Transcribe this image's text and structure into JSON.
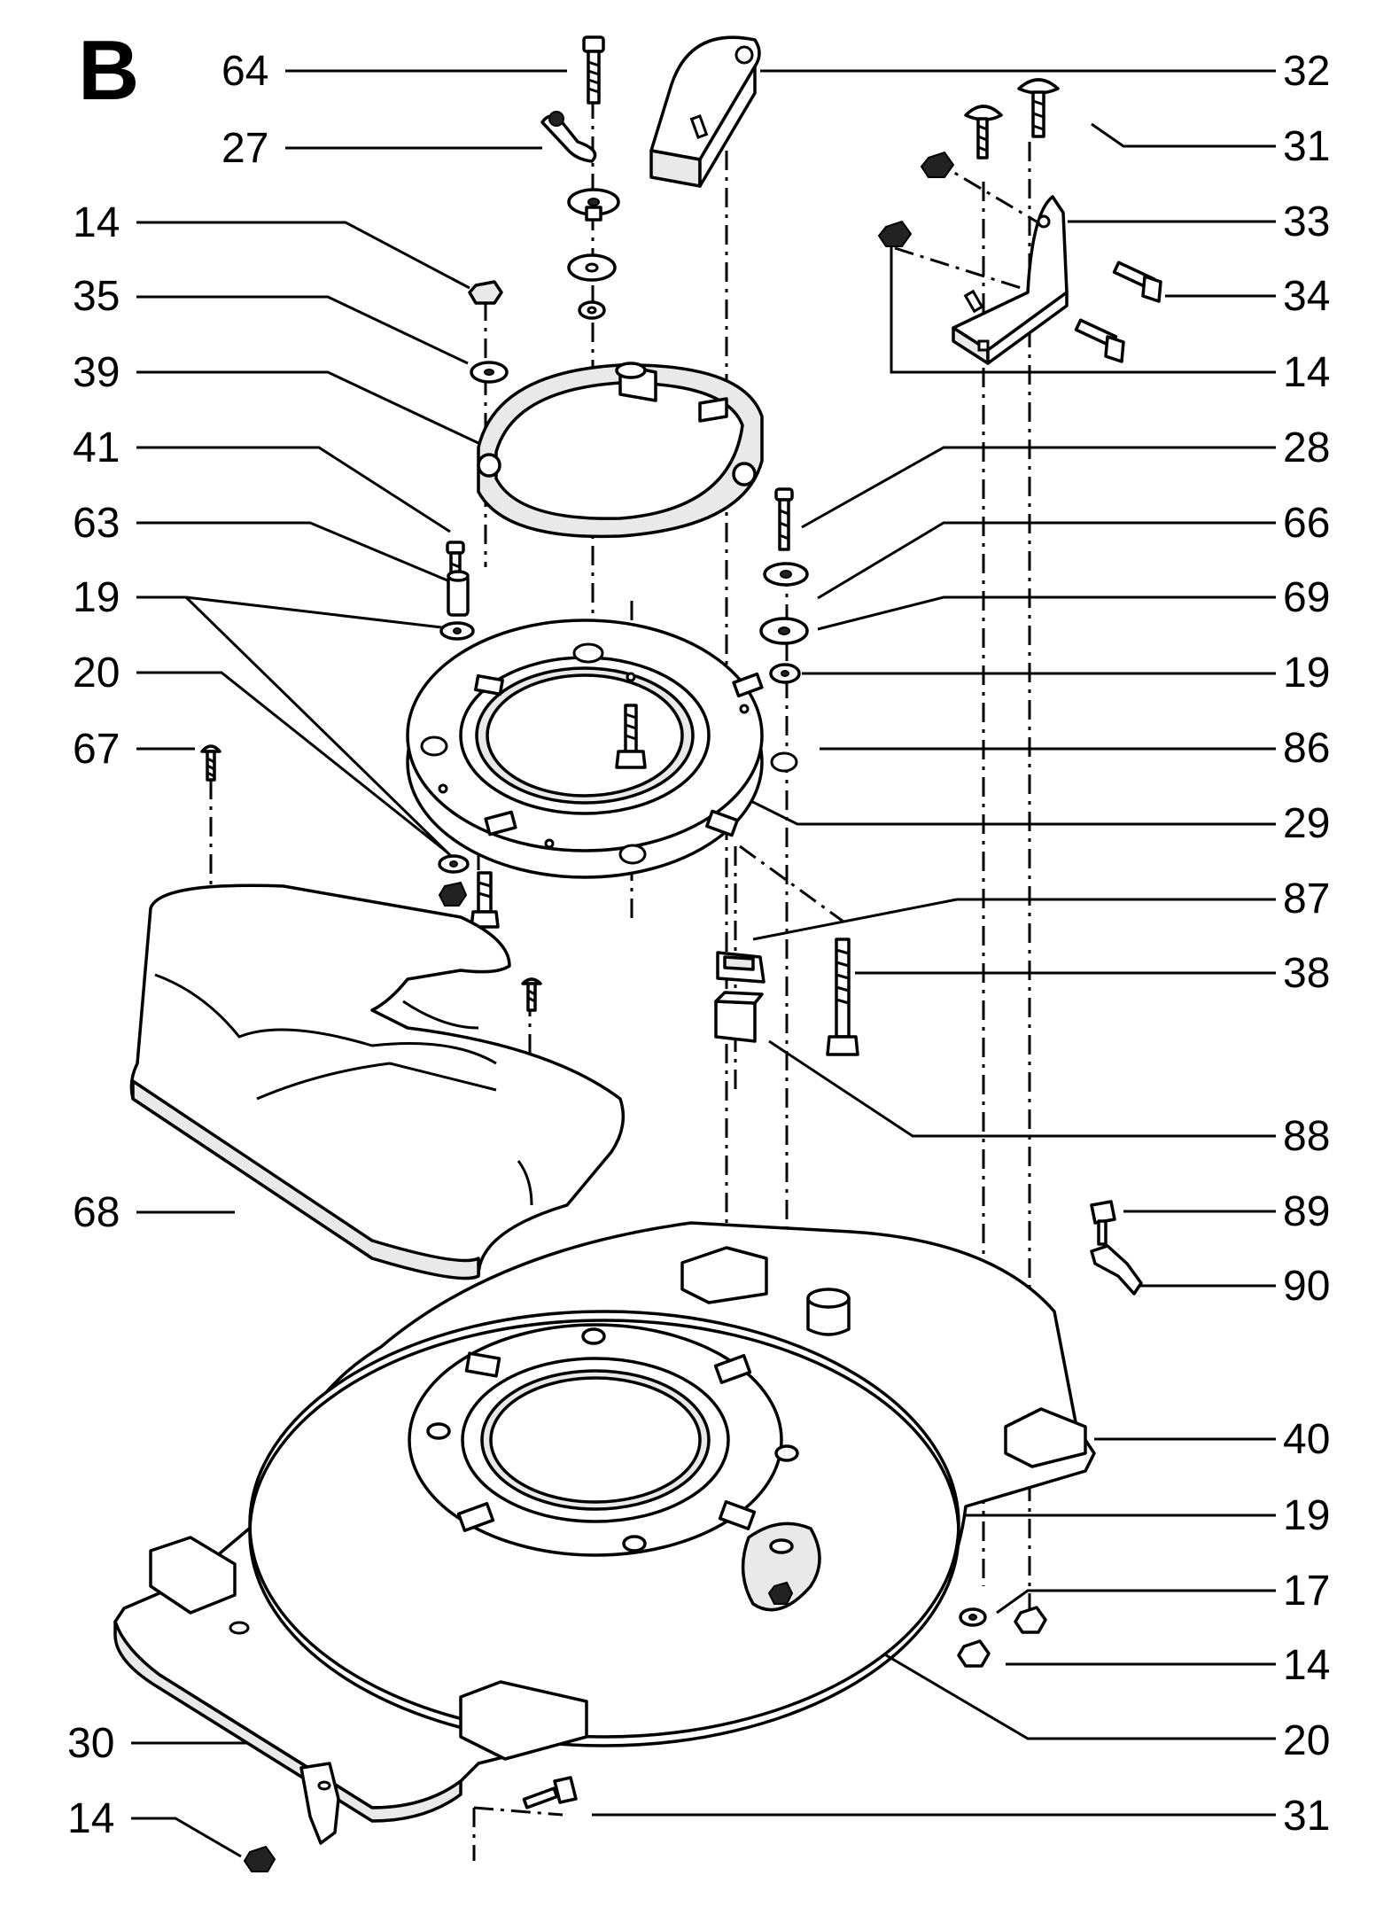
{
  "section_letter": "B",
  "left_callouts": [
    "64",
    "27",
    "14",
    "35",
    "39",
    "41",
    "63",
    "19",
    "20",
    "67",
    "68",
    "30",
    "14"
  ],
  "right_callouts": [
    "32",
    "31",
    "33",
    "34",
    "14",
    "28",
    "66",
    "69",
    "19",
    "86",
    "29",
    "87",
    "38",
    "88",
    "89",
    "90",
    "40",
    "19",
    "17",
    "14",
    "20",
    "31"
  ]
}
